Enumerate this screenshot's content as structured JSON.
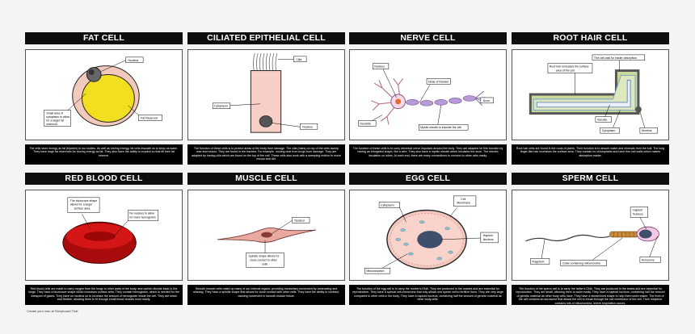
{
  "cards": [
    {
      "title": "FAT CELL",
      "labels": {
        "nucleus": "Nucleus",
        "cytoplasm_1": "Small area of",
        "cytoplasm_2": "cytoplasm to allow",
        "cytoplasm_3": "for a larger fat",
        "cytoplasm_4": "reservoir.",
        "fat": "Fat Reservoir"
      },
      "description": "Fat cells store energy as fat (tripdien) to our bodies. As well as storing energy, fat cells insulate us to keep us warm. They have large fat reservoirs for storing energy as fat. They also have the ability to expand so that fill their fat reserve."
    },
    {
      "title": "CILIATED EPITHELIAL CELL",
      "labels": {
        "cilia": "Cilia",
        "cytoplasm": "Cytoplasm",
        "nucleus": "Nucleus"
      },
      "description": "The function of these cells is to protect areas of the body from damage. The cilia (hairs) on top of the cells sweep dust and mucus. They are found in the trachea. For example, moving dust from lungs from damage. They are adapted by having cilia which are found on the top of the cell. These cells also work with a sweeping motion to move mucus and dirt."
    },
    {
      "title": "NERVE CELL",
      "labels": {
        "nucleus": "Nucleus",
        "node": "Node of Ranvier",
        "axon": "Axon",
        "dendrite": "Dendrite",
        "myelin": "Myelin sheath to insulate the cell"
      },
      "description": "The function of these cells is to carry electrical nerve impulses around the body. They are adapted for this function by having an elongated shape, like a wire. They also have a myelin sheath which insulates the axon. The electric insulation on wires. At each end, there are many connections to connect to other cells easily."
    },
    {
      "title": "ROOT HAIR CELL",
      "labels": {
        "wall": "Thin cell wall for easier absorption",
        "root_1": "Root hair increases the surface",
        "root_2": "area of the cell.",
        "vacuole": "Vacuole",
        "cytoplasm": "Cytoplasm",
        "nucleus": "Nucleus"
      },
      "description": "Root hair cells are found in the roots of plants. Their function is to absorb water and minerals from the soil. The long finger-like hair increases the surface area. They contain no chloroplasts and have thin cell walls which makes absorption easier."
    },
    {
      "title": "RED BLOOD CELL",
      "labels": {
        "shape_1": "The biconcave shape",
        "shape_2": "allows for a larger",
        "shape_3": "surface area.",
        "no_nucleus_1": "No nucleus to allow",
        "no_nucleus_2": "for more hemoglobin"
      },
      "description": "Red blood cells are made to carry oxygen from the lungs to other parts of the body, and carbon dioxide back to the lungs. They have a biconcave shape which increases surface area. They contain hemoglobin, which is needed for the transport of gases. They have no nucleus so to increase the amount of hemoglobin inside the cell. They are small and flexible, allowing them to fit through small blood vessels more easily."
    },
    {
      "title": "MUSCLE CELL",
      "labels": {
        "nucleus": "Nucleus",
        "spindle_1": "Spindle shape allows for",
        "spindle_2": "close contact to other",
        "spindle_3": "cells"
      },
      "description": "Smooth muscle cells make up many of our internal organs, providing involuntary movement by contracting and relaxing. They have a spindle shape that allows for close contact with other cells. They have the ability to contract, causing movement in smooth muscle tissue."
    },
    {
      "title": "EGG CELL",
      "labels": {
        "cytoplasm": "Cytoplasm",
        "membrane_1": "Cell",
        "membrane_2": "Membrane",
        "haploid_1": "Haploid",
        "haploid_2": "Nucleus",
        "mito": "Mitochondrion"
      },
      "description": "The function of the egg cell is to carry the mother's DNA. They are produced in the ovaries and are essential for reproduction. They have a special cell membrane that only allows one sperm cell to fertilize them. They are very large compared to other cells in the body. They have a haploid nucleus, containing half the amount of genetic material as other body cells."
    },
    {
      "title": "SPERM CELL",
      "labels": {
        "haploid_1": "Haploid",
        "haploid_2": "Nucleus",
        "flagellum": "Flagellum",
        "collar": "Collar containing mitochondria",
        "acrosome": "Acrosome"
      },
      "description": "The function of the sperm cell is to carry the father's DNA. They are produced in the testes and are essential for reproduction. They are small, allowing them to swim easily. They have a haploid nucleus, containing half the amount of genetic material as other body cells have. They have a streamlined shape to help them swim easier. The front of the cell contains an acrosome that allows the cell to break through the cell membrane of the cell. Their midpiece contains lots of mitochondria, where respiration occurs."
    }
  ],
  "footer": "Create your own at Storyboard That"
}
